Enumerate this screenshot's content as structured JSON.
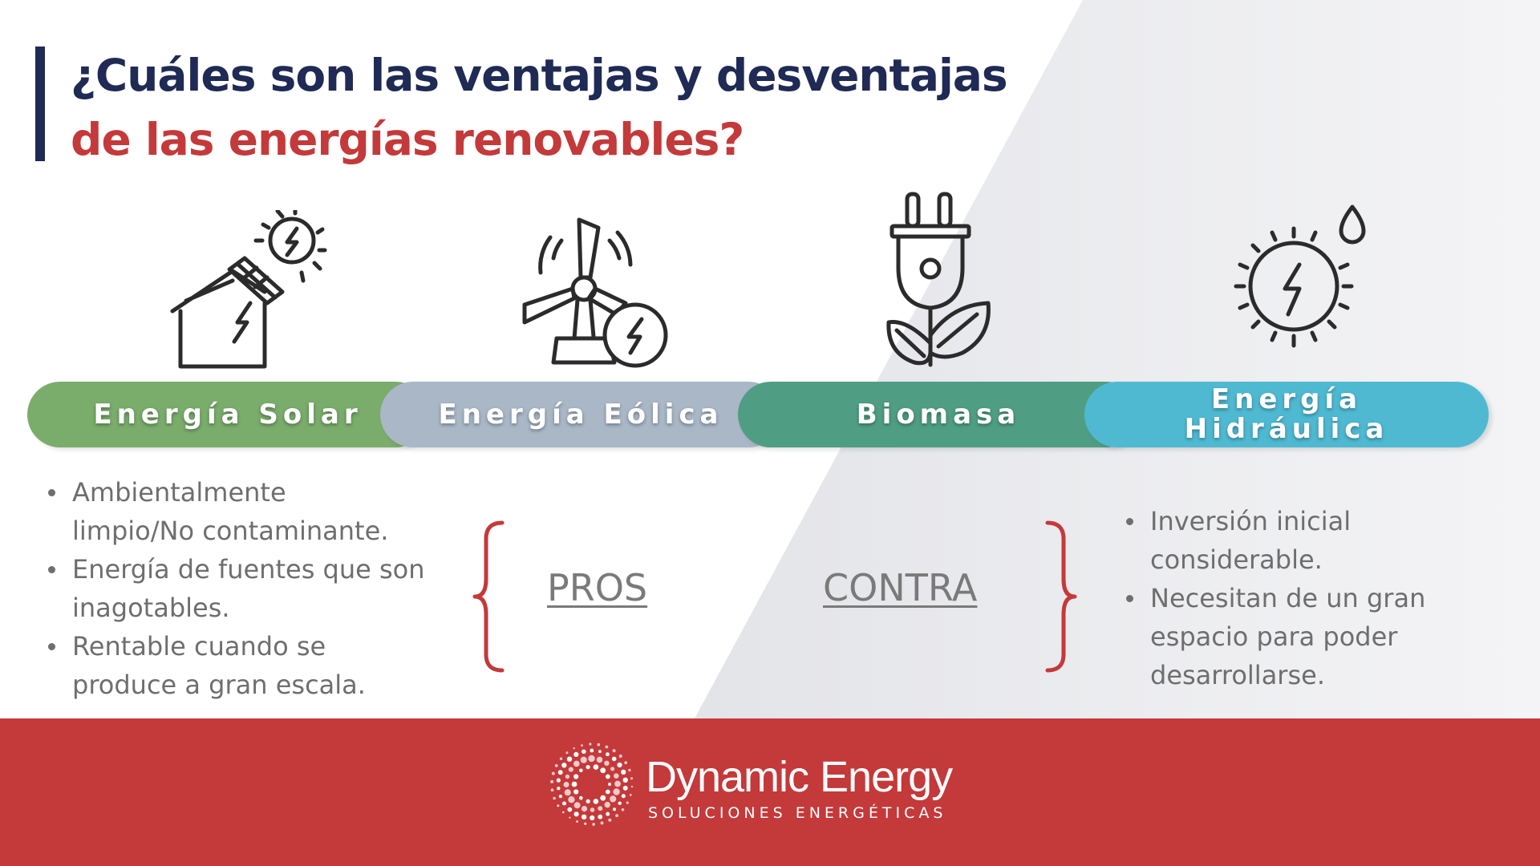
{
  "title": {
    "line1": "¿Cuáles son las ventajas y desventajas",
    "line2": "de las energías renovables?"
  },
  "categories": [
    {
      "label": "Energía Solar",
      "color": "#7aac6c",
      "icon": "solar-house-icon"
    },
    {
      "label": "Energía Eólica",
      "color": "#a9b7c6",
      "icon": "wind-turbine-icon"
    },
    {
      "label": "Biomasa",
      "color": "#4f9e84",
      "icon": "plug-leaf-icon"
    },
    {
      "label_line1": "Energía",
      "label_line2": "Hidráulica",
      "color": "#4fb9d2",
      "icon": "sun-bolt-drop-icon"
    }
  ],
  "pros": {
    "label": "PROS",
    "items": [
      {
        "line1": "Ambientalmente",
        "line2": "limpio/No contaminante."
      },
      {
        "line1": "Energía de fuentes que son",
        "line2": "inagotables."
      },
      {
        "line1": "Rentable cuando se",
        "line2": "produce a gran escala."
      }
    ]
  },
  "contra": {
    "label": "CONTRA",
    "items": [
      {
        "line1": "Inversión inicial",
        "line2": "considerable."
      },
      {
        "line1": "Necesitan de un gran",
        "line2": "espacio para poder",
        "line3": "desarrollarse."
      }
    ]
  },
  "footer": {
    "brand": "Dynamic Energy",
    "tagline": "SOLUCIONES ENERGÉTICAS",
    "color": "#c4393a"
  }
}
